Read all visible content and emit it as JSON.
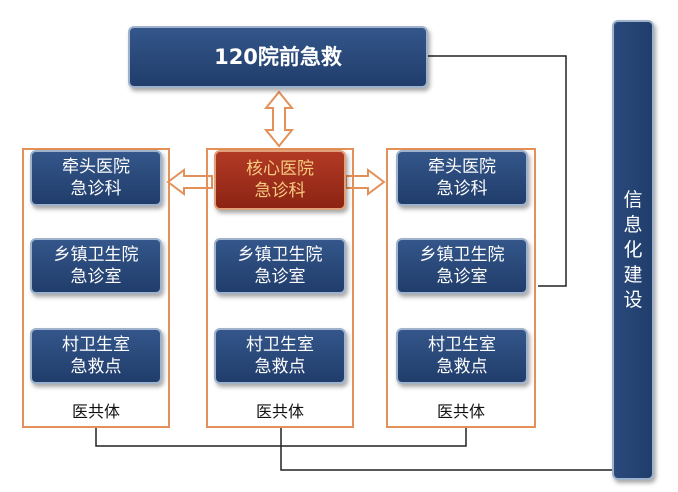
{
  "top_box": {
    "label": "120院前急救"
  },
  "side_bar": {
    "label": "信息化建设"
  },
  "groups": [
    {
      "label": "医共体",
      "units": [
        {
          "line1": "牵头医院",
          "line2": "急诊科"
        },
        {
          "line1": "乡镇卫生院",
          "line2": "急诊室"
        },
        {
          "line1": "村卫生室",
          "line2": "急救点"
        }
      ]
    },
    {
      "label": "医共体",
      "units": [
        {
          "line1": "核心医院",
          "line2": "急诊科"
        },
        {
          "line1": "乡镇卫生院",
          "line2": "急诊室"
        },
        {
          "line1": "村卫生室",
          "line2": "急救点"
        }
      ]
    },
    {
      "label": "医共体",
      "units": [
        {
          "line1": "牵头医院",
          "line2": "急诊科"
        },
        {
          "line1": "乡镇卫生院",
          "line2": "急诊室"
        },
        {
          "line1": "村卫生室",
          "line2": "急救点"
        }
      ]
    }
  ],
  "colors": {
    "box_fill": "#2a4a7c",
    "core_fill": "#a0301c",
    "core_text": "#f7ca7f",
    "group_border": "#e39159",
    "arrow_fill": "#ffffff",
    "arrow_stroke": "#e39159",
    "connector": "#222222"
  }
}
